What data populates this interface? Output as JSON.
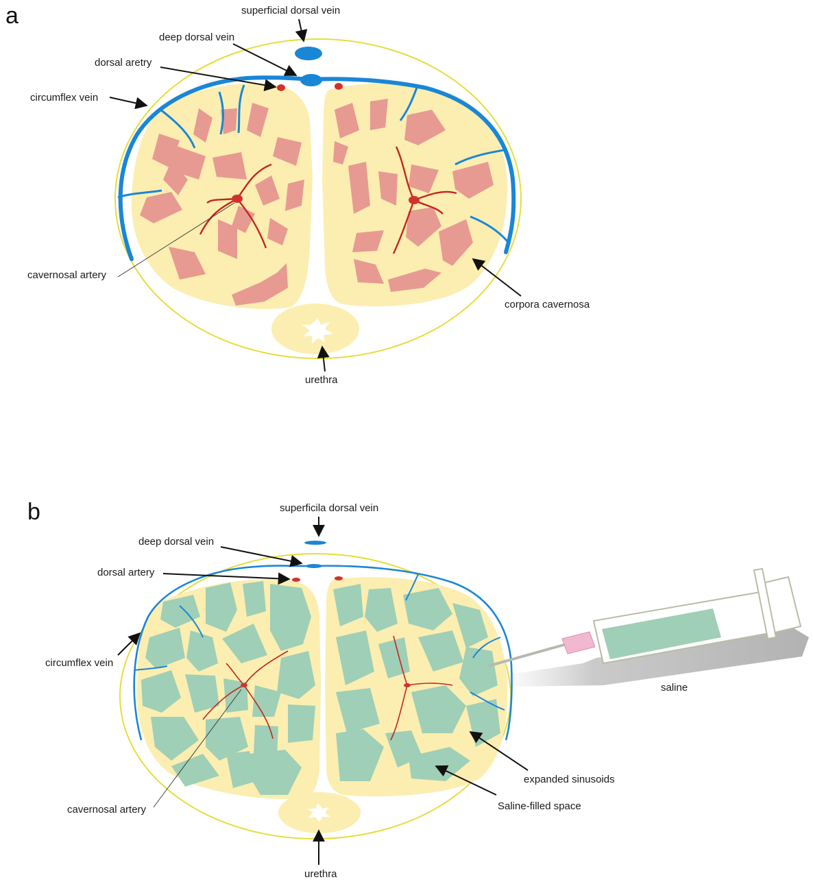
{
  "panel_a": {
    "letter": "a",
    "labels": {
      "superficial_dorsal_vein": "superficial dorsal vein",
      "deep_dorsal_vein": "deep dorsal vein",
      "dorsal_artery": "dorsal aretry",
      "circumflex_vein": "circumflex vein",
      "cavernosal_artery": "cavernosal artery",
      "corpora_cavernosa": "corpora cavernosa",
      "urethra": "urethra"
    }
  },
  "panel_b": {
    "letter": "b",
    "labels": {
      "superficial_dorsal_vein": "superficila dorsal vein",
      "deep_dorsal_vein": "deep dorsal vein",
      "dorsal_artery": "dorsal artery",
      "circumflex_vein": "circumflex vein",
      "cavernosal_artery": "cavernosal artery",
      "expanded_sinusoids": "expanded sinusoids",
      "saline_filled_space": "Saline-filled space",
      "saline": "saline",
      "urethra": "urethra"
    }
  },
  "colors": {
    "tunica_outline": "#e6dd3c",
    "corpus_fill": "#fbeeb0",
    "vein": "#1a86d6",
    "artery": "#d2322d",
    "sinusoid_a": "#e79a92",
    "sinusoid_b": "#9fcfb6",
    "syringe_outline": "#b8bca6",
    "needle_hub": "#f1b8d0"
  }
}
